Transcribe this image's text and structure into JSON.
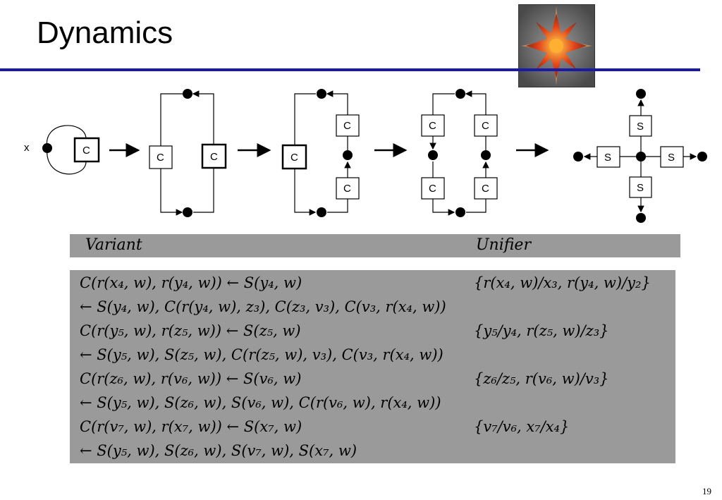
{
  "title": "Dynamics",
  "page_number": "19",
  "diagram": {
    "x_label": "x",
    "box_c": "C",
    "box_s": "S"
  },
  "table": {
    "header_variant": "Variant",
    "header_unifier": "Unifier",
    "rows": [
      {
        "variant": "C(r(x₄, w), r(y₄, w)) ← S(y₄, w)",
        "unifier": "{r(x₄, w)/x₃, r(y₄, w)/y₂}"
      },
      {
        "variant": "← S(y₄, w), C(r(y₄, w), z₃), C(z₃, v₃), C(v₃, r(x₄, w))",
        "unifier": ""
      },
      {
        "variant": "C(r(y₅, w), r(z₅, w)) ← S(z₅, w)",
        "unifier": "{y₅/y₄, r(z₅, w)/z₃}"
      },
      {
        "variant": "← S(y₅, w), S(z₅, w), C(r(z₅, w), v₃), C(v₃, r(x₄, w))",
        "unifier": ""
      },
      {
        "variant": "C(r(z₆, w), r(v₆, w)) ← S(v₆, w)",
        "unifier": "{z₆/z₅, r(v₆, w)/v₃}"
      },
      {
        "variant": "← S(y₅, w), S(z₆, w), S(v₆, w), C(r(v₆, w), r(x₄, w))",
        "unifier": ""
      },
      {
        "variant": "C(r(v₇, w), r(x₇, w)) ← S(x₇, w)",
        "unifier": "{v₇/v₆, x₇/x₄}"
      },
      {
        "variant": "← S(y₅, w), S(z₆, w), S(v₇, w), S(x₇, w)",
        "unifier": ""
      }
    ]
  }
}
